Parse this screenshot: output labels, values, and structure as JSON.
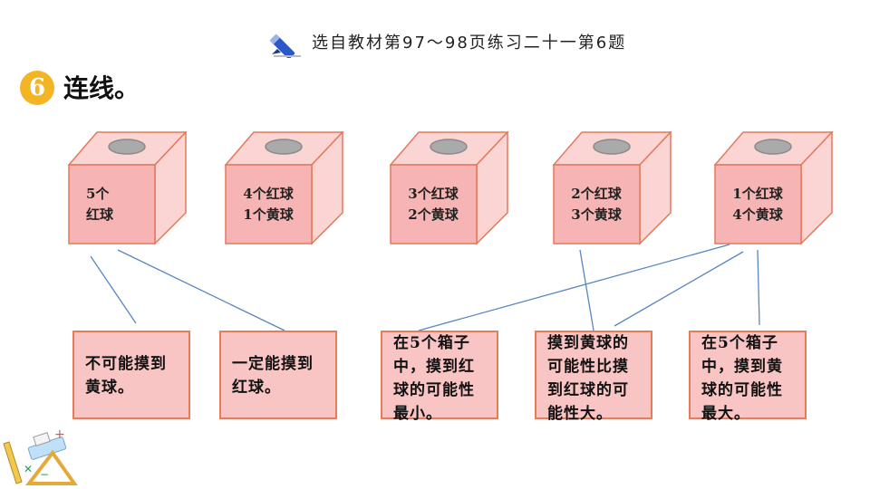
{
  "header": {
    "title": "选自教材第97～98页练习二十一第6题",
    "icon": "pen-icon"
  },
  "question": {
    "number": "6",
    "instruction": "连线。"
  },
  "boxes": [
    {
      "line1": "5个",
      "line2": "红球"
    },
    {
      "line1": "4个红球",
      "line2": "1个黄球"
    },
    {
      "line1": "3个红球",
      "line2": "2个黄球"
    },
    {
      "line1": "2个红球",
      "line2": "3个黄球"
    },
    {
      "line1": "1个红球",
      "line2": "4个黄球"
    }
  ],
  "cards": [
    {
      "lines": [
        "不可能摸到",
        "黄球。"
      ]
    },
    {
      "lines": [
        "一定能摸到",
        "红球。"
      ]
    },
    {
      "lines": [
        "在5个箱子",
        "中，摸到红",
        "球的可能性",
        "最小。"
      ]
    },
    {
      "lines": [
        "摸到黄球的",
        "可能性比摸",
        "到红球的可",
        "能性大。"
      ]
    },
    {
      "lines": [
        "在5个箱子",
        "中，摸到黄",
        "球的可能性",
        "最大。"
      ]
    }
  ],
  "colors": {
    "box_front": "#f7b4b4",
    "box_side": "#fbd4d4",
    "box_edge": "#e4795a",
    "card_fill": "#f8c4c4",
    "line": "#5a86c0",
    "badge": "#f3b523"
  }
}
